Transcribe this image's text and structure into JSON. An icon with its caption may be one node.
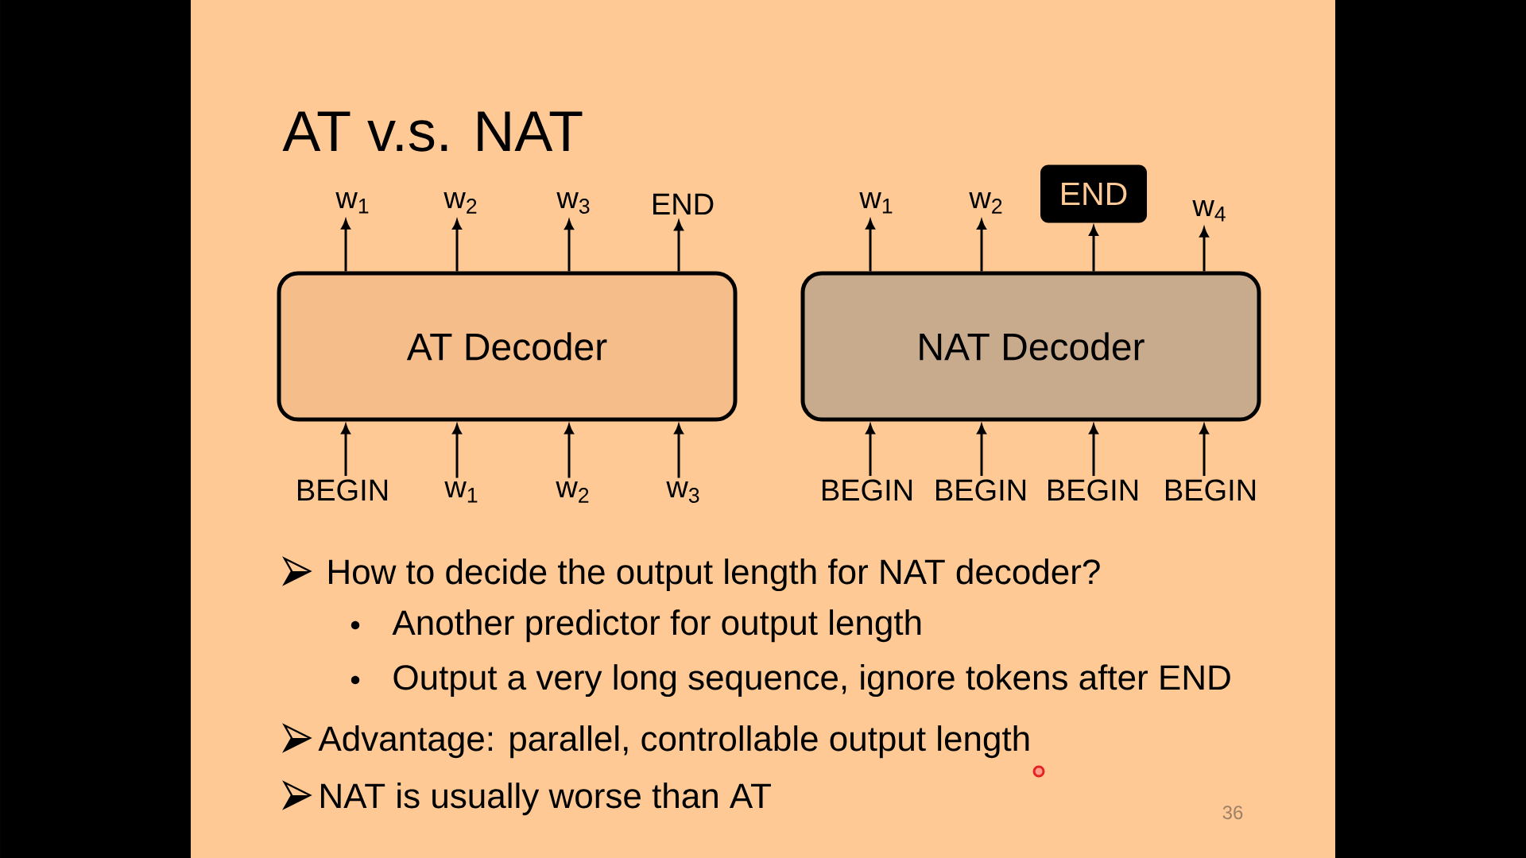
{
  "diagram": {
    "title": "AT v.s. NAT",
    "nodes": [
      {
        "text": [
          "AT Decoder"
        ]
      },
      {
        "text": [
          "w$_{1}$"
        ]
      },
      {
        "text": [
          "w$_{2}$"
        ]
      },
      {
        "text": [
          "w$_{3}$"
        ]
      },
      {
        "text": [
          "END"
        ]
      },
      {
        "text": [
          "BEGIN"
        ]
      },
      {
        "text": [
          "w$_{1}$"
        ]
      },
      {
        "text": [
          "w$_{2}$"
        ]
      },
      {
        "text": [
          "w$_{3}$"
        ]
      },
      {
        "text": [
          "NAT Decoder"
        ]
      },
      {
        "text": [
          "w$_{1}$"
        ]
      },
      {
        "text": [
          "w$_{2}$"
        ]
      },
      {
        "text": [
          "END"
        ]
      },
      {
        "text": [
          "w$_{4}$"
        ]
      },
      {
        "text": [
          "BEGIN"
        ]
      },
      {
        "text": [
          "BEGIN"
        ]
      },
      {
        "text": [
          "BEGIN"
        ]
      },
      {
        "text": [
          "BEGIN"
        ]
      }
    ],
    "edges": [
      {
        "from": 0,
        "to": 1,
        "arrow": "to"
      },
      {
        "from": 0,
        "to": 2,
        "arrow": "to"
      },
      {
        "from": 0,
        "to": 3,
        "arrow": "to"
      },
      {
        "from": 0,
        "to": 4,
        "arrow": "to"
      },
      {
        "from": 5,
        "to": 0,
        "arrow": "to"
      },
      {
        "from": 6,
        "to": 0,
        "arrow": "to"
      },
      {
        "from": 7,
        "to": 0,
        "arrow": "to"
      },
      {
        "from": 8,
        "to": 0,
        "arrow": "to"
      },
      {
        "from": 9,
        "to": 10,
        "arrow": "to"
      },
      {
        "from": 9,
        "to": 11,
        "arrow": "to"
      },
      {
        "from": 9,
        "to": 12,
        "arrow": "to"
      },
      {
        "from": 9,
        "to": 13,
        "arrow": "to"
      },
      {
        "from": 14,
        "to": 9,
        "arrow": "to"
      },
      {
        "from": 15,
        "to": 9,
        "arrow": "to"
      },
      {
        "from": 16,
        "to": 9,
        "arrow": "to"
      },
      {
        "from": 17,
        "to": 9,
        "arrow": "to"
      }
    ],
    "labels": [
      "How to decide the output length for NAT decoder?",
      "Another predictor for output length",
      "Output a very long sequence, ignore tokens after END",
      "Advantage: parallel, controllable output length",
      "NAT is usually worse than AT",
      "36"
    ]
  }
}
